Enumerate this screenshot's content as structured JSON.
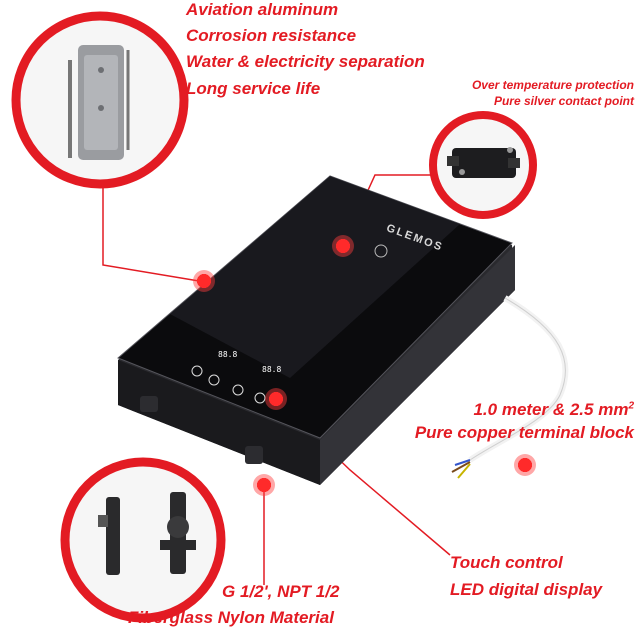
{
  "features": {
    "housing": [
      "Aviation aluminum",
      "Corrosion resistance",
      "Water  & electricity separation",
      "Long service life"
    ],
    "thermostat": [
      "Over temperature protection",
      "Pure silver contact point"
    ],
    "cable": {
      "length_prefix": "1.0 meter & 2.5 mm",
      "sup": "2",
      "terminal": "Pure copper terminal block"
    },
    "panel": [
      "Touch control",
      "LED digital display"
    ],
    "fitting": [
      "G 1/2', NPT 1/2",
      "Fiberglass Nylon Material"
    ]
  },
  "product": {
    "brand": "GLEMOS",
    "display_left": "88.8",
    "display_right": "88.8"
  },
  "colors": {
    "accent": "#e31b23",
    "body": "#0b0b0d",
    "ring": "#e31b23"
  }
}
